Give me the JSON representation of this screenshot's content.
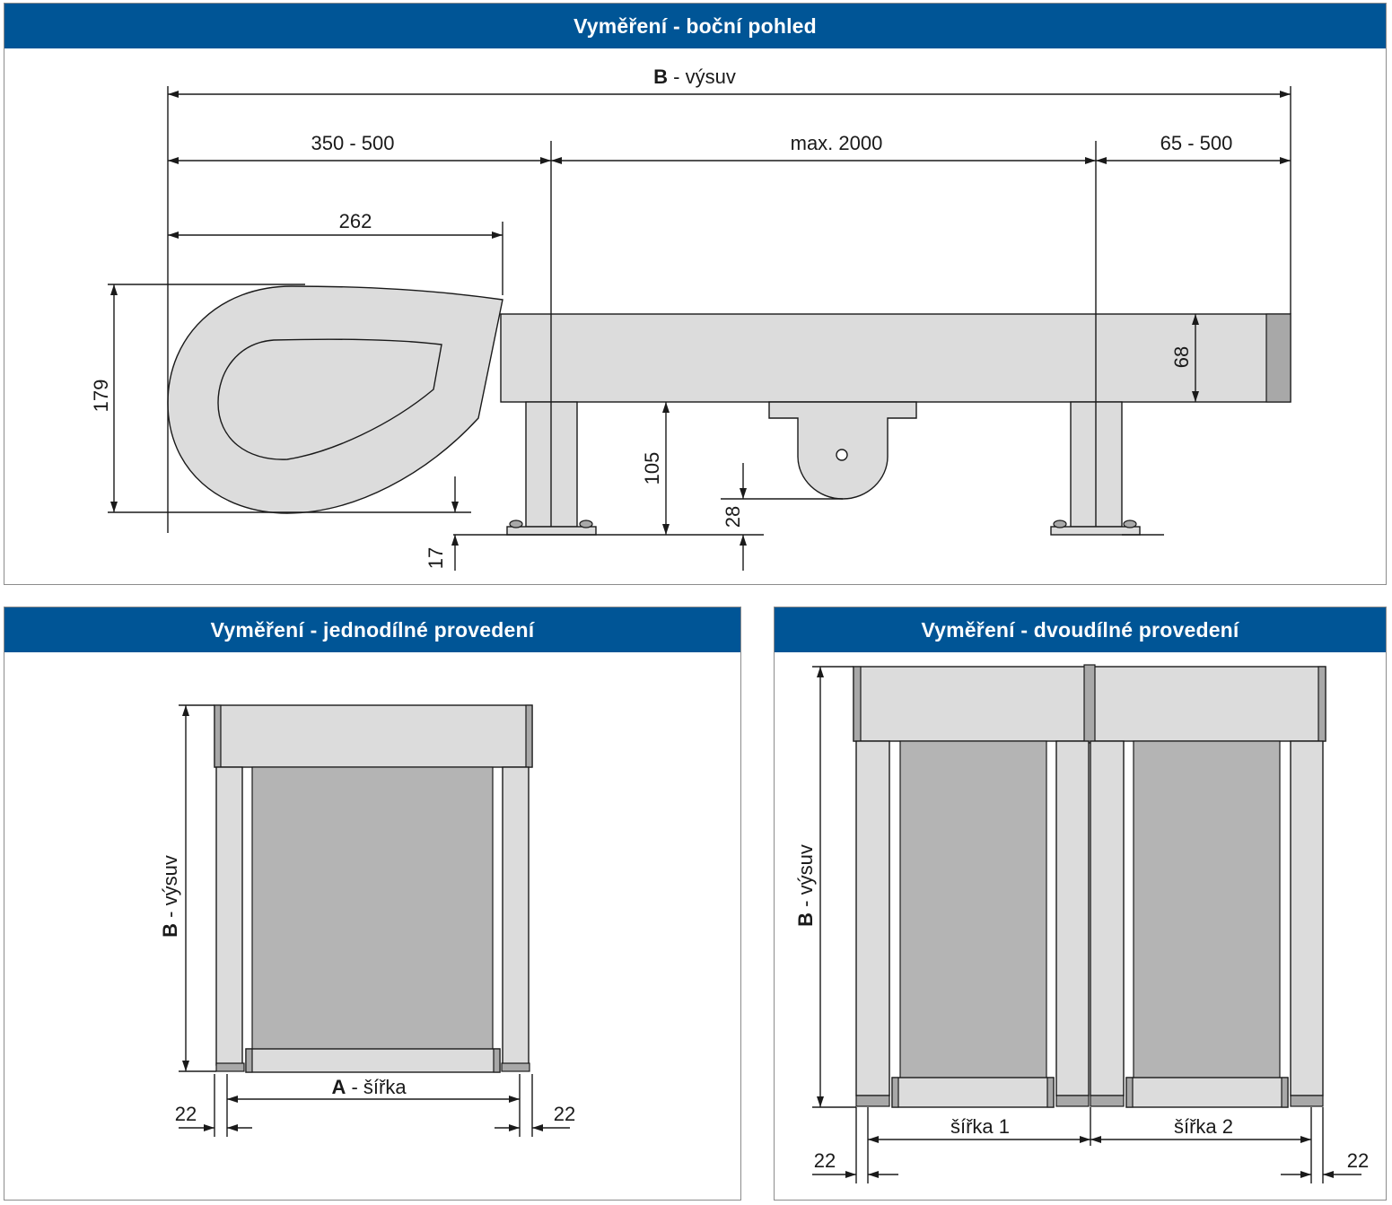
{
  "panels": {
    "side": {
      "title": "Vyměření - boční pohled",
      "dims": {
        "b_letter": "B",
        "b_rest": " - výsuv",
        "d350": "350 - 500",
        "d2000": "max. 2000",
        "d65": "65 - 500",
        "d262": "262",
        "d179": "179",
        "d68": "68",
        "d105": "105",
        "d28": "28",
        "d17": "17"
      }
    },
    "single": {
      "title": "Vyměření - jednodílné provedení",
      "dims": {
        "b_letter": "B",
        "b_rest": " - výsuv",
        "a_letter": "A",
        "a_rest": " - šířka",
        "left22": "22",
        "right22": "22"
      }
    },
    "double": {
      "title": "Vyměření - dvoudílné provedení",
      "dims": {
        "b_letter": "B",
        "b_rest": " - výsuv",
        "w1": "šířka 1",
        "w2": "šířka 2",
        "left22": "22",
        "right22": "22"
      }
    }
  },
  "colors": {
    "header": "#005596",
    "part": "#dcdcdc",
    "fabric": "#b4b4b4",
    "end_cap": "#a8a8a8"
  }
}
